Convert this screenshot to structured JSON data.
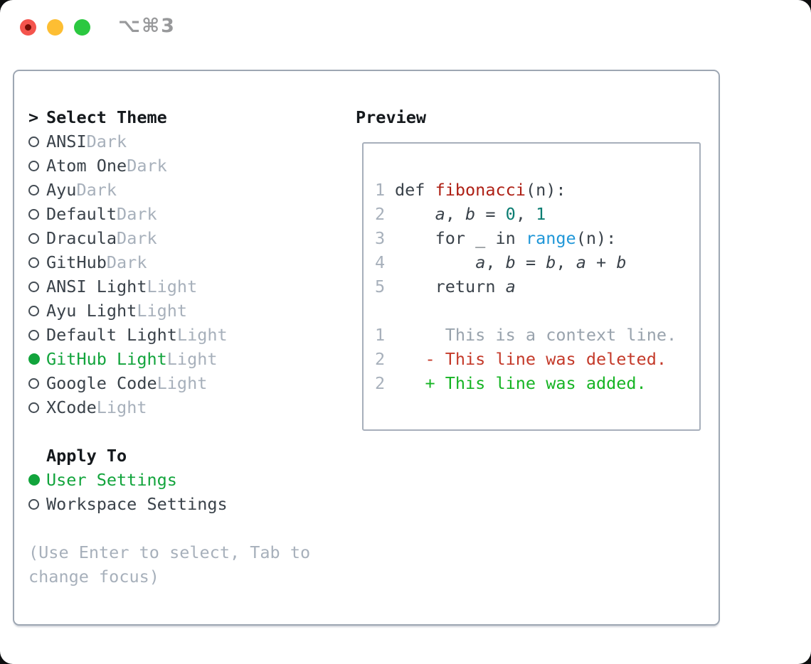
{
  "window": {
    "title": "⌥⌘3",
    "traffic_lights": [
      "close",
      "minimize",
      "zoom"
    ]
  },
  "colors": {
    "accent_green": "#12a43c",
    "muted_gray": "#a7b0bb",
    "text_dark": "#3a424a",
    "header_black": "#15191d",
    "function_red": "#ae2015",
    "builtin_blue": "#2097d8",
    "number_teal": "#0b7d72",
    "diff_deleted_red": "#c43a2a",
    "diff_added_green": "#16b424",
    "panel_border": "#9ea7b3",
    "traffic_red": "#f4544d",
    "traffic_yellow": "#fdbe33",
    "traffic_green": "#2bc840"
  },
  "theme_list": {
    "prompt": ">",
    "header": "Select Theme",
    "items": [
      {
        "name": "ANSI",
        "variant": "Dark",
        "selected": false
      },
      {
        "name": "Atom One",
        "variant": "Dark",
        "selected": false
      },
      {
        "name": "Ayu",
        "variant": "Dark",
        "selected": false
      },
      {
        "name": "Default",
        "variant": "Dark",
        "selected": false
      },
      {
        "name": "Dracula",
        "variant": "Dark",
        "selected": false
      },
      {
        "name": "GitHub",
        "variant": "Dark",
        "selected": false
      },
      {
        "name": "ANSI Light",
        "variant": "Light",
        "selected": false
      },
      {
        "name": "Ayu Light",
        "variant": "Light",
        "selected": false
      },
      {
        "name": "Default Light",
        "variant": "Light",
        "selected": false
      },
      {
        "name": "GitHub Light",
        "variant": "Light",
        "selected": true
      },
      {
        "name": "Google Code",
        "variant": "Light",
        "selected": false
      },
      {
        "name": "XCode",
        "variant": "Light",
        "selected": false
      }
    ]
  },
  "apply_to": {
    "header": "Apply To",
    "options": [
      {
        "label": "User Settings",
        "selected": true
      },
      {
        "label": "Workspace Settings",
        "selected": false
      }
    ]
  },
  "hint": "(Use Enter to select, Tab to change focus)",
  "preview": {
    "header": "Preview",
    "code_lines": [
      {
        "num": "1",
        "tokens": [
          {
            "t": "def ",
            "c": "plain"
          },
          {
            "t": "fibonacci",
            "c": "func"
          },
          {
            "t": "(n):",
            "c": "plain"
          }
        ]
      },
      {
        "num": "2",
        "tokens": [
          {
            "t": "    ",
            "c": "plain"
          },
          {
            "t": "a",
            "c": "var"
          },
          {
            "t": ", ",
            "c": "plain"
          },
          {
            "t": "b",
            "c": "var"
          },
          {
            "t": " = ",
            "c": "plain"
          },
          {
            "t": "0",
            "c": "num"
          },
          {
            "t": ", ",
            "c": "plain"
          },
          {
            "t": "1",
            "c": "num"
          }
        ]
      },
      {
        "num": "3",
        "tokens": [
          {
            "t": "    for _ in ",
            "c": "plain"
          },
          {
            "t": "range",
            "c": "builtin"
          },
          {
            "t": "(n):",
            "c": "plain"
          }
        ]
      },
      {
        "num": "4",
        "tokens": [
          {
            "t": "        ",
            "c": "plain"
          },
          {
            "t": "a",
            "c": "var"
          },
          {
            "t": ", ",
            "c": "plain"
          },
          {
            "t": "b",
            "c": "var"
          },
          {
            "t": " = ",
            "c": "plain"
          },
          {
            "t": "b",
            "c": "var"
          },
          {
            "t": ", ",
            "c": "plain"
          },
          {
            "t": "a",
            "c": "var"
          },
          {
            "t": " + ",
            "c": "plain"
          },
          {
            "t": "b",
            "c": "var"
          }
        ]
      },
      {
        "num": "5",
        "tokens": [
          {
            "t": "    return ",
            "c": "plain"
          },
          {
            "t": "a",
            "c": "var"
          }
        ]
      },
      {
        "num": "",
        "tokens": []
      },
      {
        "num": "1",
        "tokens": [
          {
            "t": "     This is a context line.",
            "c": "ctx"
          }
        ]
      },
      {
        "num": "2",
        "tokens": [
          {
            "t": "   - This line was deleted.",
            "c": "del"
          }
        ]
      },
      {
        "num": "2",
        "tokens": [
          {
            "t": "   + This line was added.",
            "c": "add"
          }
        ]
      }
    ]
  }
}
